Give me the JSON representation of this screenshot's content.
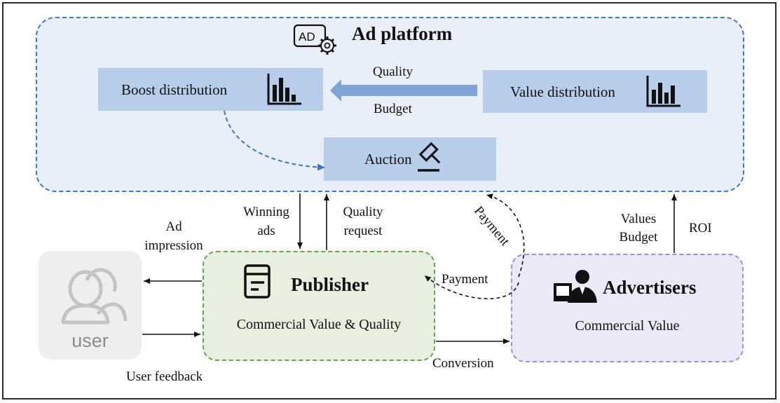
{
  "platform": {
    "title": "Ad platform",
    "icon_text": "AD",
    "boost_label": "Boost distribution",
    "value_label": "Value distribution",
    "auction_label": "Auction",
    "arrow_top_label": "Quality",
    "arrow_bottom_label": "Budget"
  },
  "links": {
    "winning_ads_line1": "Winning",
    "winning_ads_line2": "ads",
    "quality_request_line1": "Quality",
    "quality_request_line2": "request",
    "payment_upper": "Payment",
    "payment_lower": "Payment",
    "values_line1": "Values",
    "values_line2": "Budget",
    "roi": "ROI",
    "ad_impression_line1": "Ad",
    "ad_impression_line2": "impression",
    "user_feedback": "User feedback",
    "conversion": "Conversion"
  },
  "user": {
    "label": "user"
  },
  "publisher": {
    "title": "Publisher",
    "subtitle": "Commercial Value & Quality"
  },
  "advertisers": {
    "title": "Advertisers",
    "subtitle": "Commercial Value"
  },
  "colors": {
    "platform_border": "#3c77c2",
    "platform_fill": "#e9eff8",
    "box_blue": "#b7cde9",
    "arrow_blue": "#7fa4d6",
    "publisher_fill": "#e7f0df",
    "publisher_border": "#6aa253",
    "advertiser_fill": "#ebe9f7",
    "advertiser_border": "#9a93d2",
    "user_fill": "#eeeeee"
  }
}
